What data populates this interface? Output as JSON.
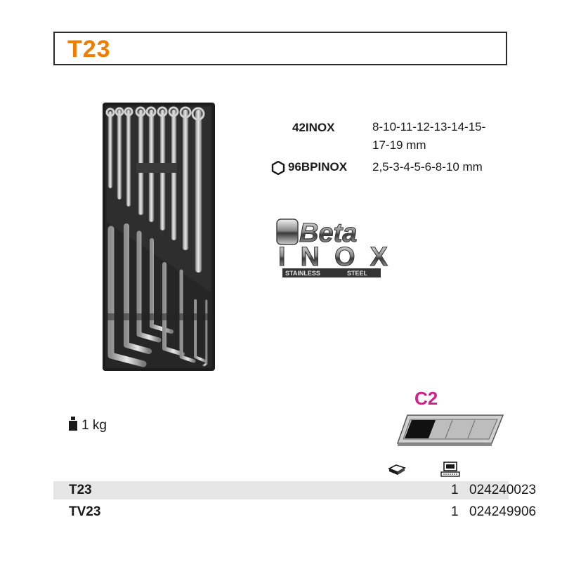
{
  "title": "T23",
  "specs": [
    {
      "code": "42INOX",
      "value_line1": "8-10-11-12-13-14-15-",
      "value_line2": "17-19 mm",
      "icon": ""
    },
    {
      "code": "96BPINOX",
      "value_line1": "2,5-3-4-5-6-8-10 mm",
      "icon": "hexagon-icon"
    }
  ],
  "logo": {
    "brand": "Beta",
    "line": "INOX",
    "sub_left": "STAINLESS",
    "sub_right": "STEEL"
  },
  "weight": {
    "icon": "weight-icon",
    "value": "1 kg"
  },
  "case": {
    "label": "C2",
    "label_color": "#d4218a"
  },
  "table": {
    "header_icons": [
      "tray-icon",
      "computer-icon"
    ],
    "rows": [
      {
        "code": "T23",
        "qty": "1",
        "article": "024240023"
      },
      {
        "code": "TV23",
        "qty": "1",
        "article": "024249906"
      }
    ]
  },
  "colors": {
    "title": "#ef7d00",
    "border": "#2a2a2a",
    "row_shade": "#e6e6e6"
  }
}
